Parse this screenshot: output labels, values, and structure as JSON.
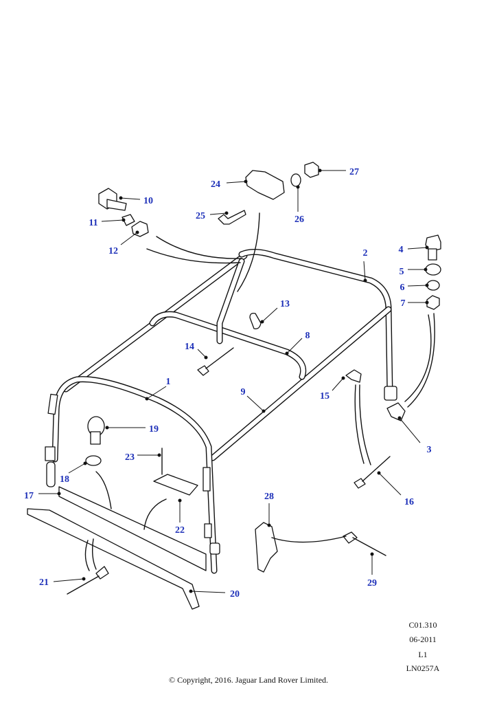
{
  "callouts": [
    "1",
    "2",
    "3",
    "4",
    "5",
    "6",
    "7",
    "8",
    "9",
    "10",
    "11",
    "12",
    "13",
    "14",
    "15",
    "16",
    "17",
    "18",
    "19",
    "20",
    "21",
    "22",
    "23",
    "24",
    "25",
    "26",
    "27",
    "28",
    "29"
  ],
  "reference": {
    "code": "C01.310",
    "date": "06-2011",
    "level": "L1",
    "illustration": "LN0257A"
  },
  "copyright": "© Copyright, 2016. Jaguar Land Rover Limited.",
  "colors": {
    "callout": "#1c2fb8",
    "line": "#111111",
    "background": "#ffffff"
  }
}
